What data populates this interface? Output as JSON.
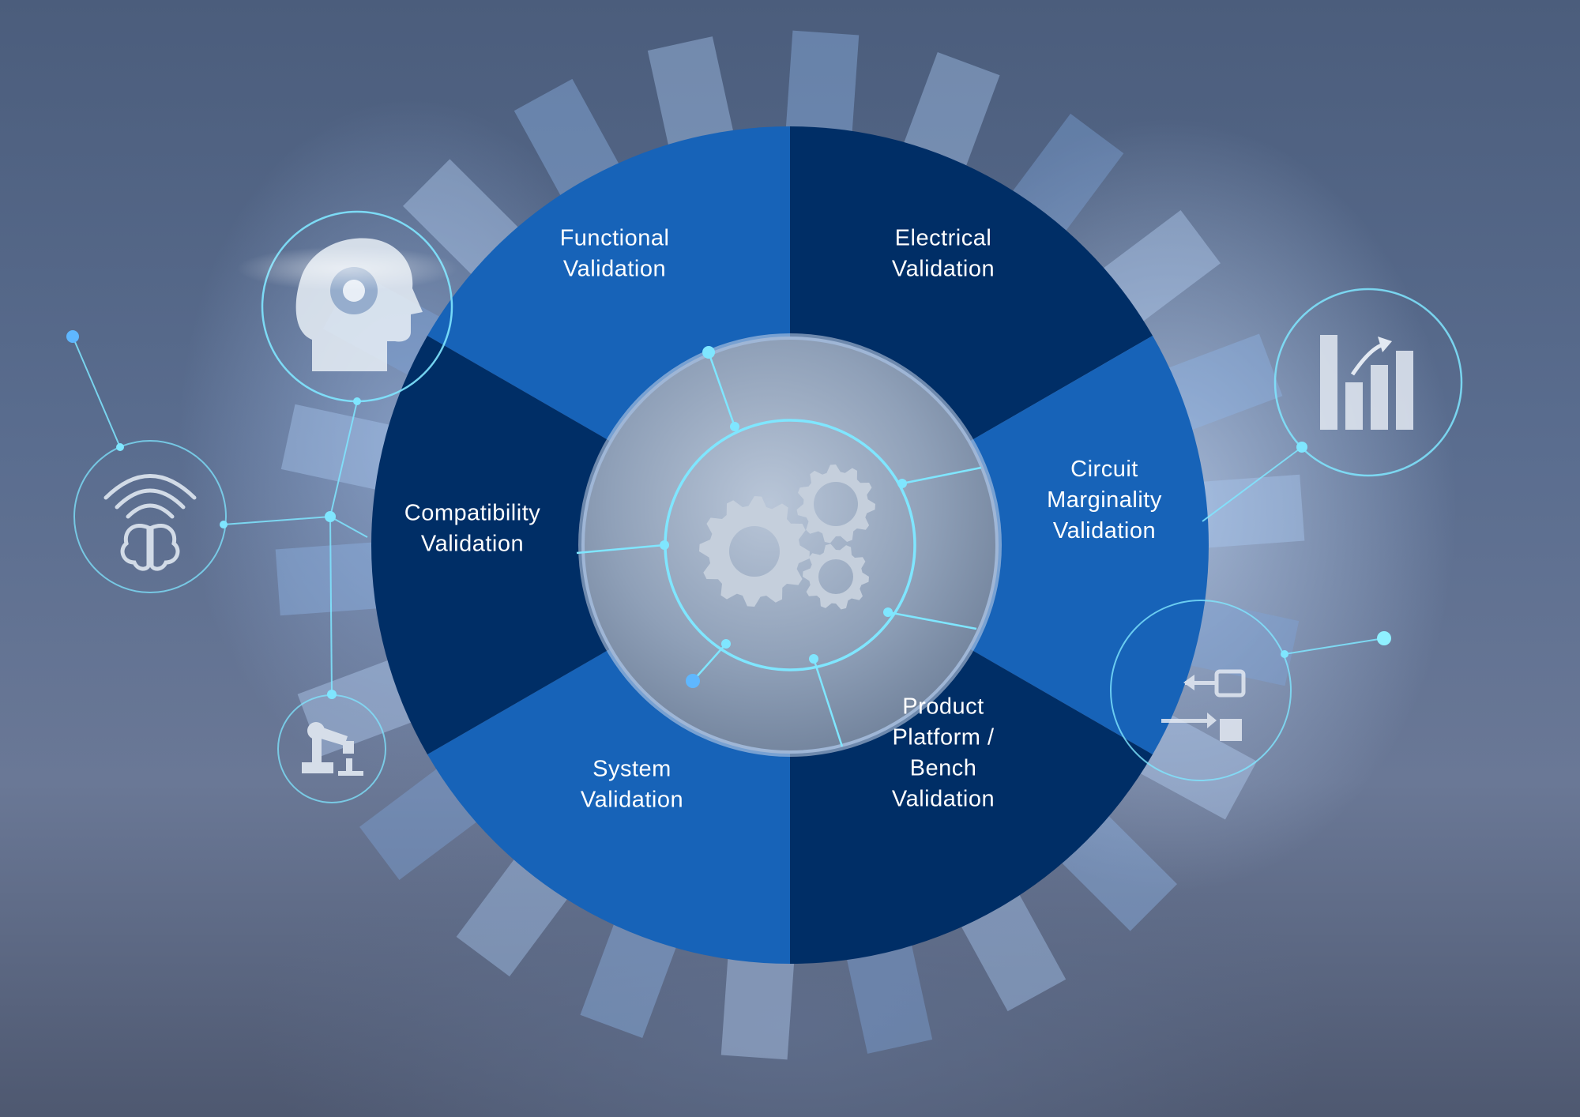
{
  "diagram": {
    "segments": [
      {
        "id": "functional",
        "lines": [
          "Functional",
          "Validation"
        ]
      },
      {
        "id": "electrical",
        "lines": [
          "Electrical",
          "Validation"
        ]
      },
      {
        "id": "circuit-marginality",
        "lines": [
          "Circuit",
          "Marginality",
          "Validation"
        ]
      },
      {
        "id": "product-platform-bench",
        "lines": [
          "Product",
          "Platform /",
          "Bench",
          "Validation"
        ]
      },
      {
        "id": "system",
        "lines": [
          "System",
          "Validation"
        ]
      },
      {
        "id": "compatibility",
        "lines": [
          "Compatibility",
          "Validation"
        ]
      }
    ],
    "center_icon": "gears-icon",
    "satellite_icons": [
      "ai-head-gear-icon",
      "wifi-brain-icon",
      "robot-arm-icon",
      "bar-chart-growth-icon",
      "process-flow-icon"
    ]
  },
  "colors": {
    "segment_light": "#1763b8",
    "segment_dark": "#002e66",
    "connector": "#7fe6ff",
    "icon": "#dce4ef"
  }
}
